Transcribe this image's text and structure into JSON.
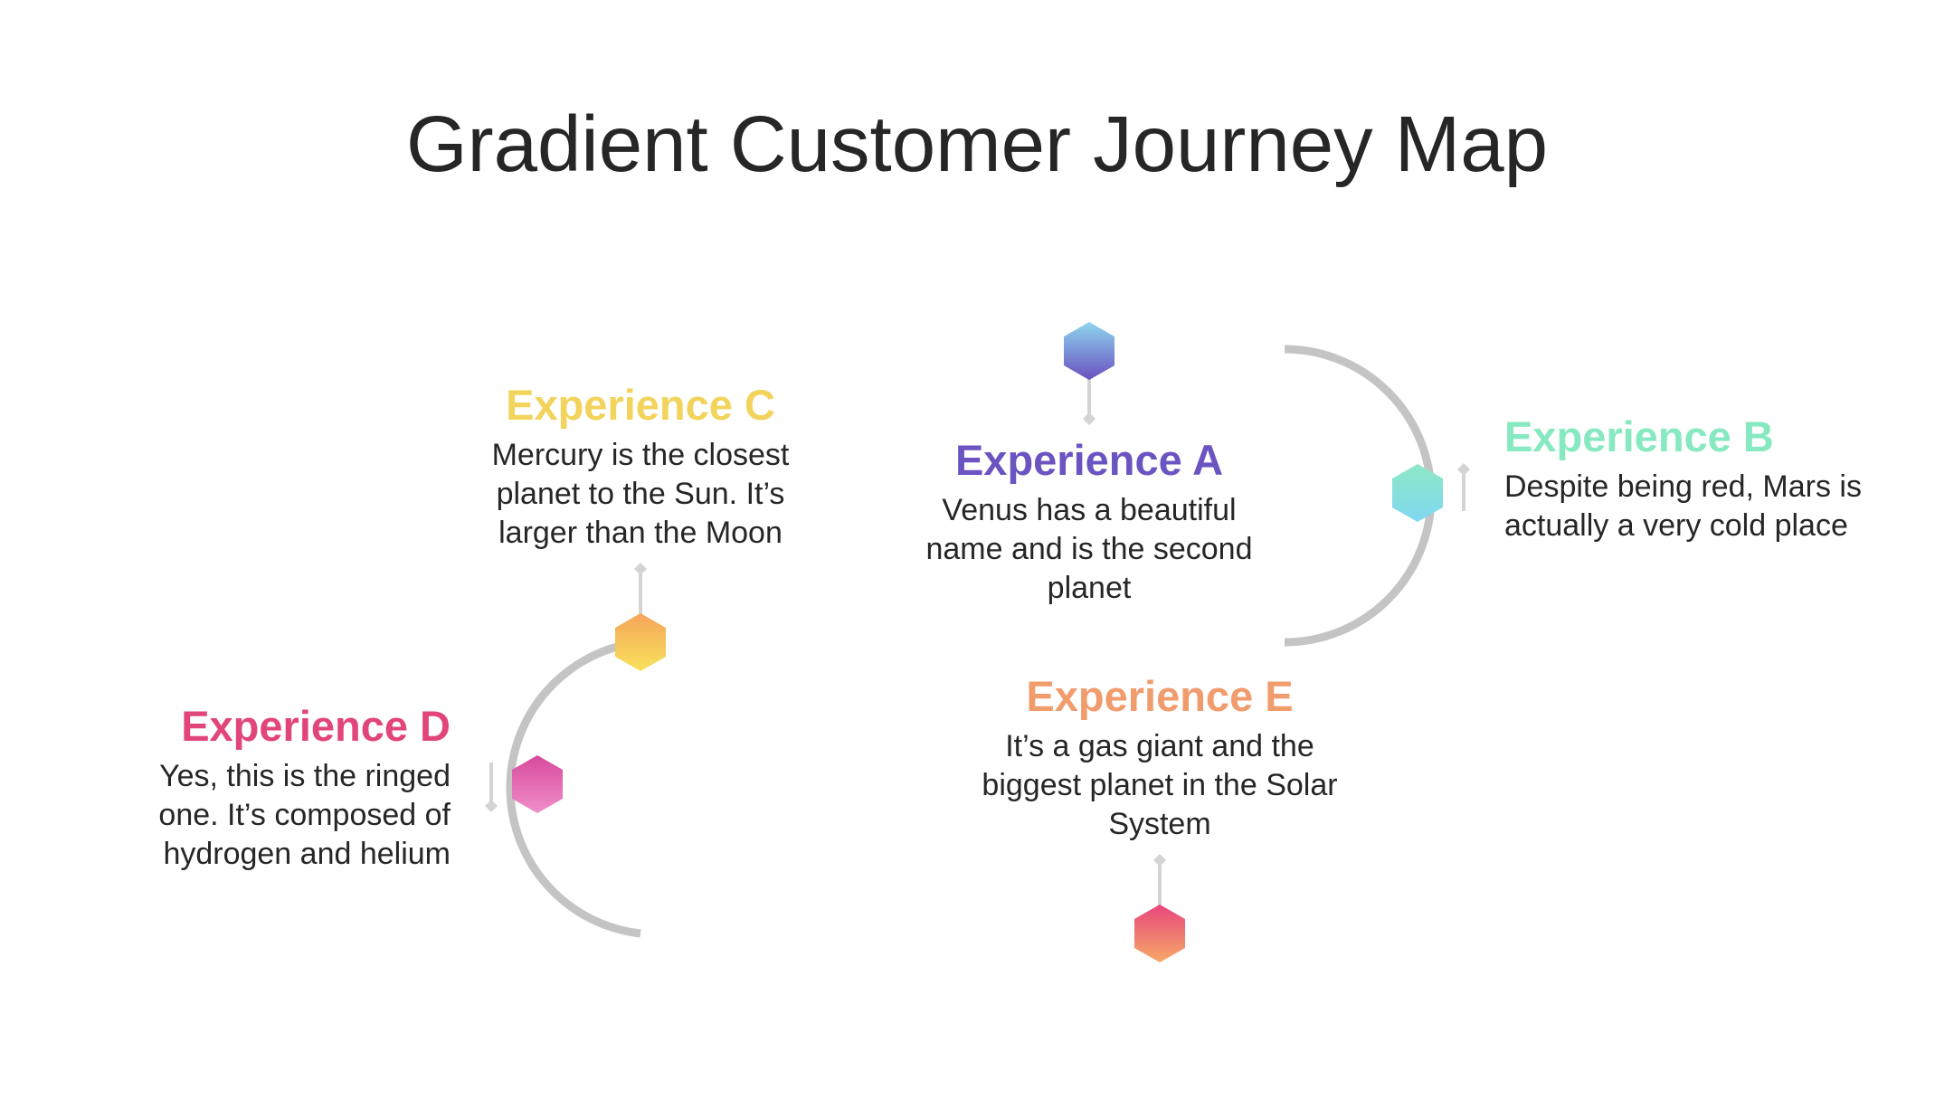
{
  "title": "Gradient Customer Journey Map",
  "experiences": [
    {
      "id": "a",
      "heading": "Experience A",
      "body": "Venus has a beautiful name and is the second planet",
      "color": "#6b53c2",
      "gradient": [
        "#8fd6ef",
        "#6a4fc0"
      ]
    },
    {
      "id": "b",
      "heading": "Experience B",
      "body": "Despite being red, Mars is actually a very cold place",
      "color": "#86e9c0",
      "gradient": [
        "#8ee8c6",
        "#7fd8f0"
      ]
    },
    {
      "id": "c",
      "heading": "Experience C",
      "body": "Mercury is the closest planet to the Sun. It’s larger than the Moon",
      "color": "#f2d45c",
      "gradient": [
        "#f6a45a",
        "#f7e25c"
      ]
    },
    {
      "id": "d",
      "heading": "Experience D",
      "body": "Yes, this is the ringed one. It’s composed of hydrogen and helium",
      "color": "#e2457c",
      "gradient": [
        "#d74a9c",
        "#f08ec8"
      ]
    },
    {
      "id": "e",
      "heading": "Experience E",
      "body": "It’s a gas giant and the biggest planet in the Solar System",
      "color": "#f09c6c",
      "gradient": [
        "#e8467c",
        "#f6a866"
      ]
    }
  ],
  "road_color": "#c6c6c6"
}
